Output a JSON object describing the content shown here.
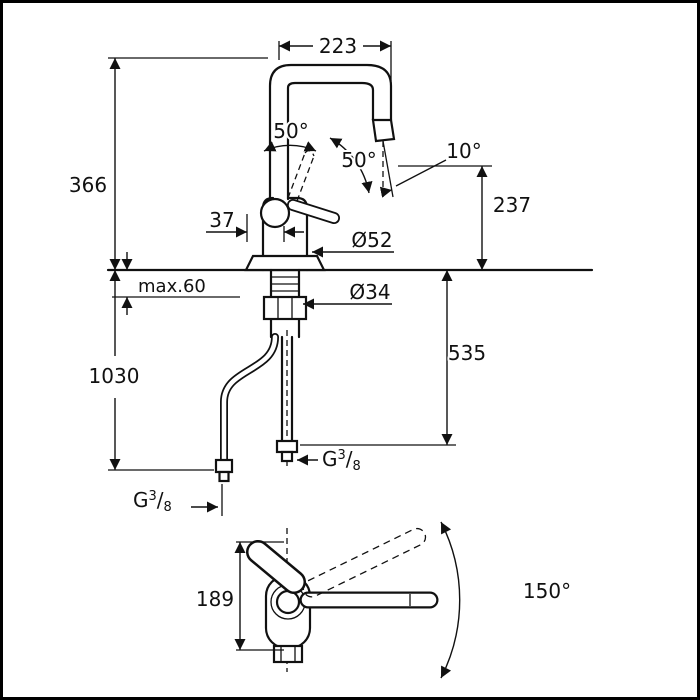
{
  "drawing": {
    "kind": "faucet-installation-dimension-drawing",
    "colors": {
      "line": "#111111",
      "background": "#ffffff"
    },
    "labels": {
      "top_width": "223",
      "handle_angle_left": "50°",
      "handle_angle_right": "50°",
      "spout_angle": "10°",
      "height_to_spout_top": "366",
      "handle_offset": "37",
      "spout_outlet_height": "237",
      "body_diameter": "Ø52",
      "max_deck_thickness": "max.60",
      "hole_diameter": "Ø34",
      "hose_drop_length": "535",
      "total_length": "1030",
      "swivel_range": "150°",
      "base_depth": "189",
      "thread_left": {
        "letter": "G",
        "numerator": "3",
        "slash": "/",
        "denominator": "8"
      },
      "thread_right": {
        "letter": "G",
        "numerator": "3",
        "slash": "/",
        "denominator": "8"
      }
    }
  }
}
